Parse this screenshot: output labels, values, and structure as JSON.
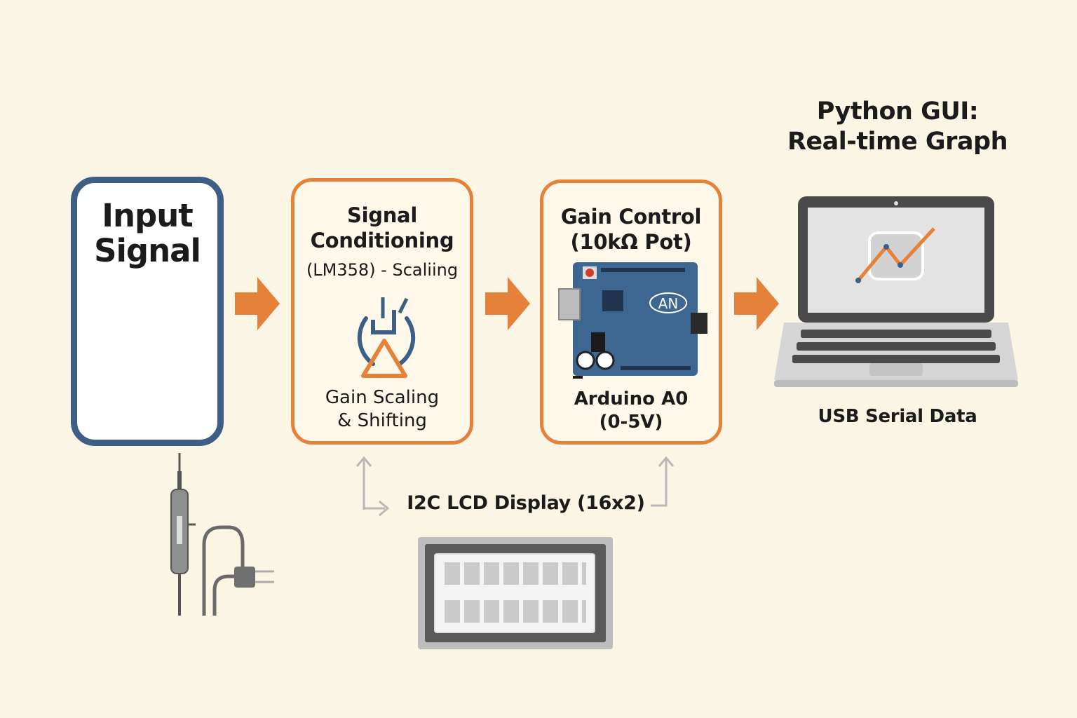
{
  "input_block": {
    "title_line1": "Input",
    "title_line2": "Signal"
  },
  "conditioning_block": {
    "title_line1": "Signal",
    "title_line2": "Conditioning",
    "subtitle": "(LM358) - Scaliing",
    "caption_line1": "Gain Scaling",
    "caption_line2": "& Shifting"
  },
  "arduino_block": {
    "title_line1": "Gain Control",
    "title_line2": "(10kΩ Pot)",
    "board_logo": "AN",
    "caption_line1": "Arduino A0",
    "caption_line2": "(0-5V)"
  },
  "gui_block": {
    "title_line1": "Python GUI:",
    "title_line2": "Real-time Graph",
    "caption": "USB Serial Data"
  },
  "lcd_block": {
    "label": "I2C LCD Display (16x2)"
  },
  "colors": {
    "background": "#fbf5e6",
    "input_border": "#3d5f86",
    "accent_orange": "#e6813a",
    "board_blue": "#3d6690",
    "connector_gray": "#b8b8b8"
  },
  "icons": {
    "probe": "probe-cable-icon",
    "opamp": "amplifier-icon",
    "board": "arduino-board-icon",
    "laptop": "laptop-graph-icon",
    "lcd": "lcd-display-icon"
  }
}
